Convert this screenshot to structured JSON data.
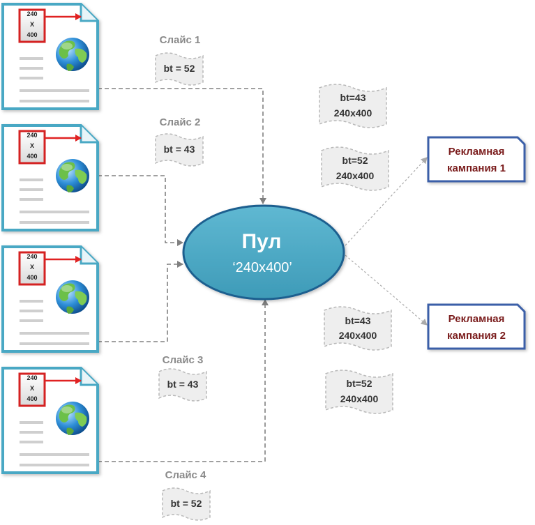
{
  "pool": {
    "title": "Пул",
    "subtitle": "‘240x400’"
  },
  "pages": [
    {
      "size_top": "240",
      "size_mid": "X",
      "size_bottom": "400"
    },
    {
      "size_top": "240",
      "size_mid": "X",
      "size_bottom": "400"
    },
    {
      "size_top": "240",
      "size_mid": "X",
      "size_bottom": "400"
    },
    {
      "size_top": "240",
      "size_mid": "X",
      "size_bottom": "400"
    }
  ],
  "slices": [
    {
      "label": "Слайс 1",
      "bt": "bt = 52"
    },
    {
      "label": "Слайс 2",
      "bt": "bt = 43"
    },
    {
      "label": "Слайс 3",
      "bt": "bt = 43"
    },
    {
      "label": "Слайс 4",
      "bt": "bt = 52"
    }
  ],
  "request_tags": [
    {
      "line1": "bt=43",
      "line2": "240x400"
    },
    {
      "line1": "bt=52",
      "line2": "240x400"
    },
    {
      "line1": "bt=43",
      "line2": "240x400"
    },
    {
      "line1": "bt=52",
      "line2": "240x400"
    }
  ],
  "campaigns": [
    {
      "line1": "Рекламная",
      "line2": "кампания 1"
    },
    {
      "line1": "Рекламная",
      "line2": "кампания 2"
    }
  ],
  "colors": {
    "page_border": "#4aa8c4",
    "banner_border": "#d42020",
    "pool_fill": "#4aa8c4",
    "pool_border": "#1f5f8f",
    "campaign_border": "#3a5fa8",
    "campaign_text": "#7a1a1a",
    "connector": "#808080",
    "tag_fill": "#eeeeee",
    "tag_border": "#b8b8b8"
  }
}
